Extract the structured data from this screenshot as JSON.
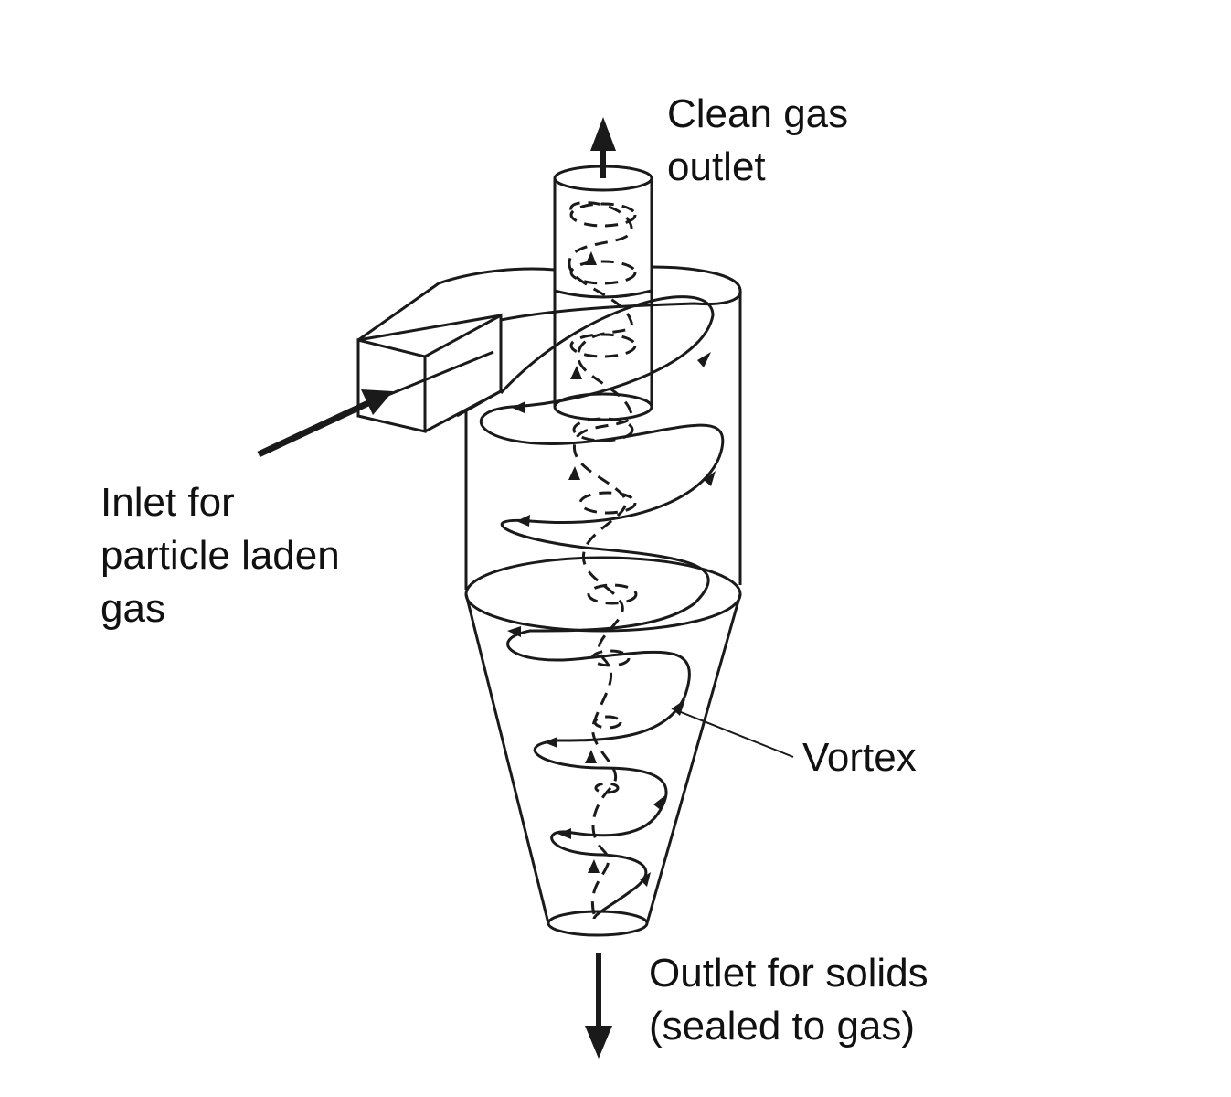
{
  "labels": {
    "clean_gas_outlet": [
      "Clean gas",
      "outlet"
    ],
    "inlet": [
      "Inlet for",
      "particle laden",
      "gas"
    ],
    "vortex": [
      "Vortex"
    ],
    "solids_outlet": [
      "Outlet for solids",
      "(sealed to gas)"
    ]
  },
  "colors": {
    "line": "#1a1a1a",
    "background": "#ffffff"
  }
}
